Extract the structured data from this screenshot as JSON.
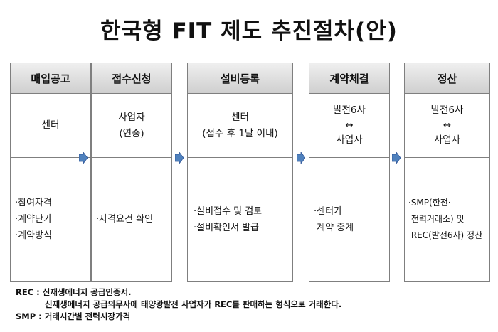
{
  "title": "한국형 FIT 제도 추진절차(안)",
  "steps": [
    {
      "name": "매입공고",
      "who": [
        "센터"
      ],
      "tasks": [
        "·참여자격",
        "·계약단가",
        "·계약방식"
      ]
    },
    {
      "name": "접수신청",
      "who": [
        "사업자",
        "(연중)"
      ],
      "tasks": [
        "·자격요건 확인"
      ]
    },
    {
      "name": "설비등록",
      "who": [
        "센터",
        "(접수 후 1달 이내)"
      ],
      "tasks": [
        "·설비접수 및 검토",
        "·설비확인서 발급"
      ]
    },
    {
      "name": "계약체결",
      "who": [
        "발전6사",
        "↔",
        "사업자"
      ],
      "tasks": [
        "·센터가",
        " 계약 중계"
      ]
    },
    {
      "name": "정산",
      "who": [
        "발전6사",
        "↔",
        "사업자"
      ],
      "tasks": [
        "·SMP(한전·",
        " 전력거래소) 및",
        " REC(발전6사) 정산"
      ]
    }
  ],
  "notes": {
    "rec_line1": "REC : 신재생에너지 공급인증서.",
    "rec_line2": "신재생에너지 공급의무사에 태양광발전 사업자가 REC를 판매하는 형식으로 거래한다.",
    "smp_line": "SMP : 거래시간별 전력시장가격"
  },
  "colors": {
    "arrow_fill": "#4f81bd",
    "arrow_stroke": "#2f5597",
    "header_gradient_top": "#efefef",
    "header_gradient_bottom": "#cfcfcf",
    "border": "#7f7f7f"
  }
}
